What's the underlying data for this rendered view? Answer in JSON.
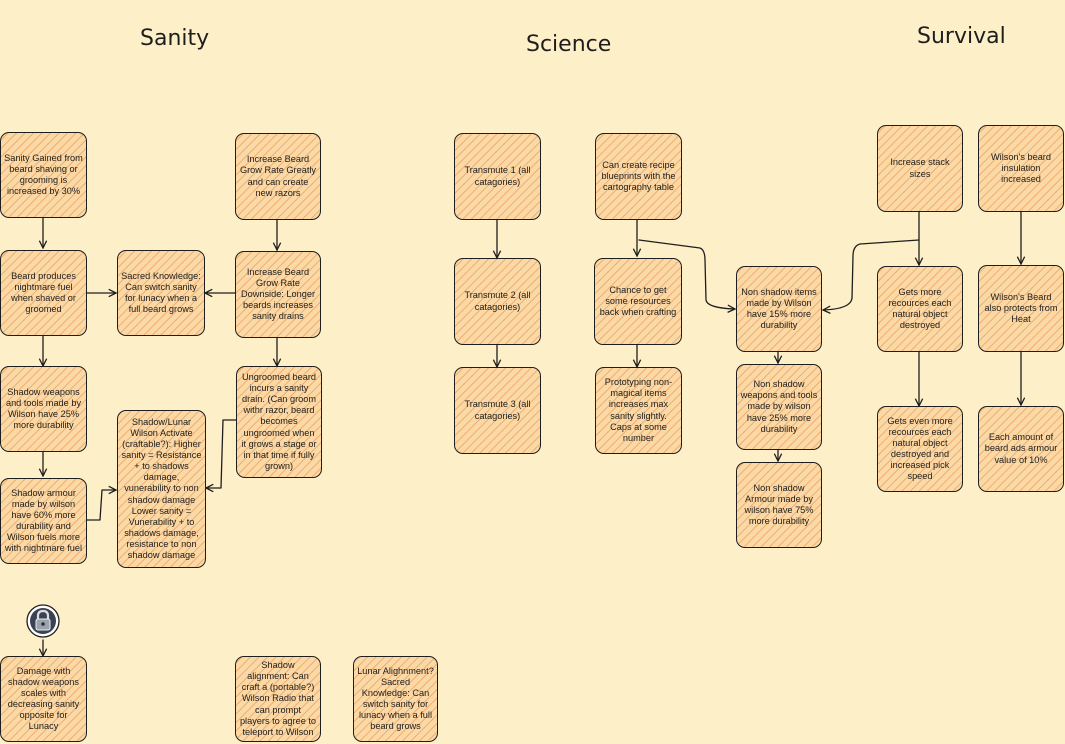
{
  "colors": {
    "background": "#fdefc8",
    "node_fill": "#fbd9a6",
    "node_hatch": "#e78e46",
    "stroke": "#1e1e1e"
  },
  "headings": {
    "sanity": "Sanity",
    "science": "Science",
    "survival": "Survival"
  },
  "icons": {
    "lock": "lock-icon"
  },
  "nodes": {
    "sanity_gained": "Sanity Gained from beard shaving or grooming is increased by 30%",
    "beard_fuel": "Beard produces nightmare fuel when shaved or groomed",
    "shadow_weapons": "Shadow weapons and tools made by Wilson have 25% more durability",
    "shadow_armour": "Shadow armour made by wilson have 60% more durability and Wilson fuels more with nightmare fuel",
    "damage_shadow": "Damage with shadow weapons scales with decreasing sanity opposite for Lunacy",
    "sacred_knowledge": "Sacred Knowledge: Can switch sanity for lunacy when a full beard grows",
    "shadow_lunar": "Shadow/Lunar Wilson Activate (craftable?): Higher sanity = Resistance + to shadows damage, vunerability to non shadow damage Lower sanity = Vunerability + to shadows damage, resistance to non shadow damage",
    "grow_rate_greatly": "Increase Beard Grow Rate Greatly and can create new razors",
    "grow_rate_downside": "Increase Beard Grow Rate Downside: Longer beards increases sanity drains",
    "ungroomed": "Ungroomed beard incurs a sanity drain. (Can groom withr razor, beard becomes ungroomed when it grows a stage or in that time if fully grown)",
    "shadow_alignment": "Shadow alignment: Can craft a (portable?) Wilson Radio that can prompt players to agree to teleport to Wilson",
    "lunar_alignment": "Lunar Alighnment? Sacred Knowledge: Can switch sanity for lunacy when a full beard grows",
    "transmute_1": "Transmute 1 (all catagories)",
    "transmute_2": "Transmute 2 (all catagories)",
    "transmute_3": "Transmute 3 (all catagories)",
    "blueprints": "Can create recipe blueprints with the cartography table",
    "resources_back": "Chance to get some resources back when crafting",
    "prototyping": "Prototyping non-magical items increases max sanity slightly. Caps at some number",
    "non_shadow_items": "Non shadow items made by Wilson have 15% more durability",
    "non_shadow_weapons": "Non shadow weapons and tools made by wilson have 25% more durability",
    "non_shadow_armour": "Non shadow Armour made by wilson have 75% more durability",
    "stack_sizes": "Increase stack sizes",
    "more_resources": "Gets more recources each natural object destroyed",
    "even_more_resources": "Gets even more recources each natural object destroyed and increased pick speed",
    "beard_insulation": "Wilson's beard insulation increased",
    "beard_heat": "Wilson's Beard also protects from Heat",
    "beard_armour": "Each amount of beard ads armour value of 10%"
  }
}
